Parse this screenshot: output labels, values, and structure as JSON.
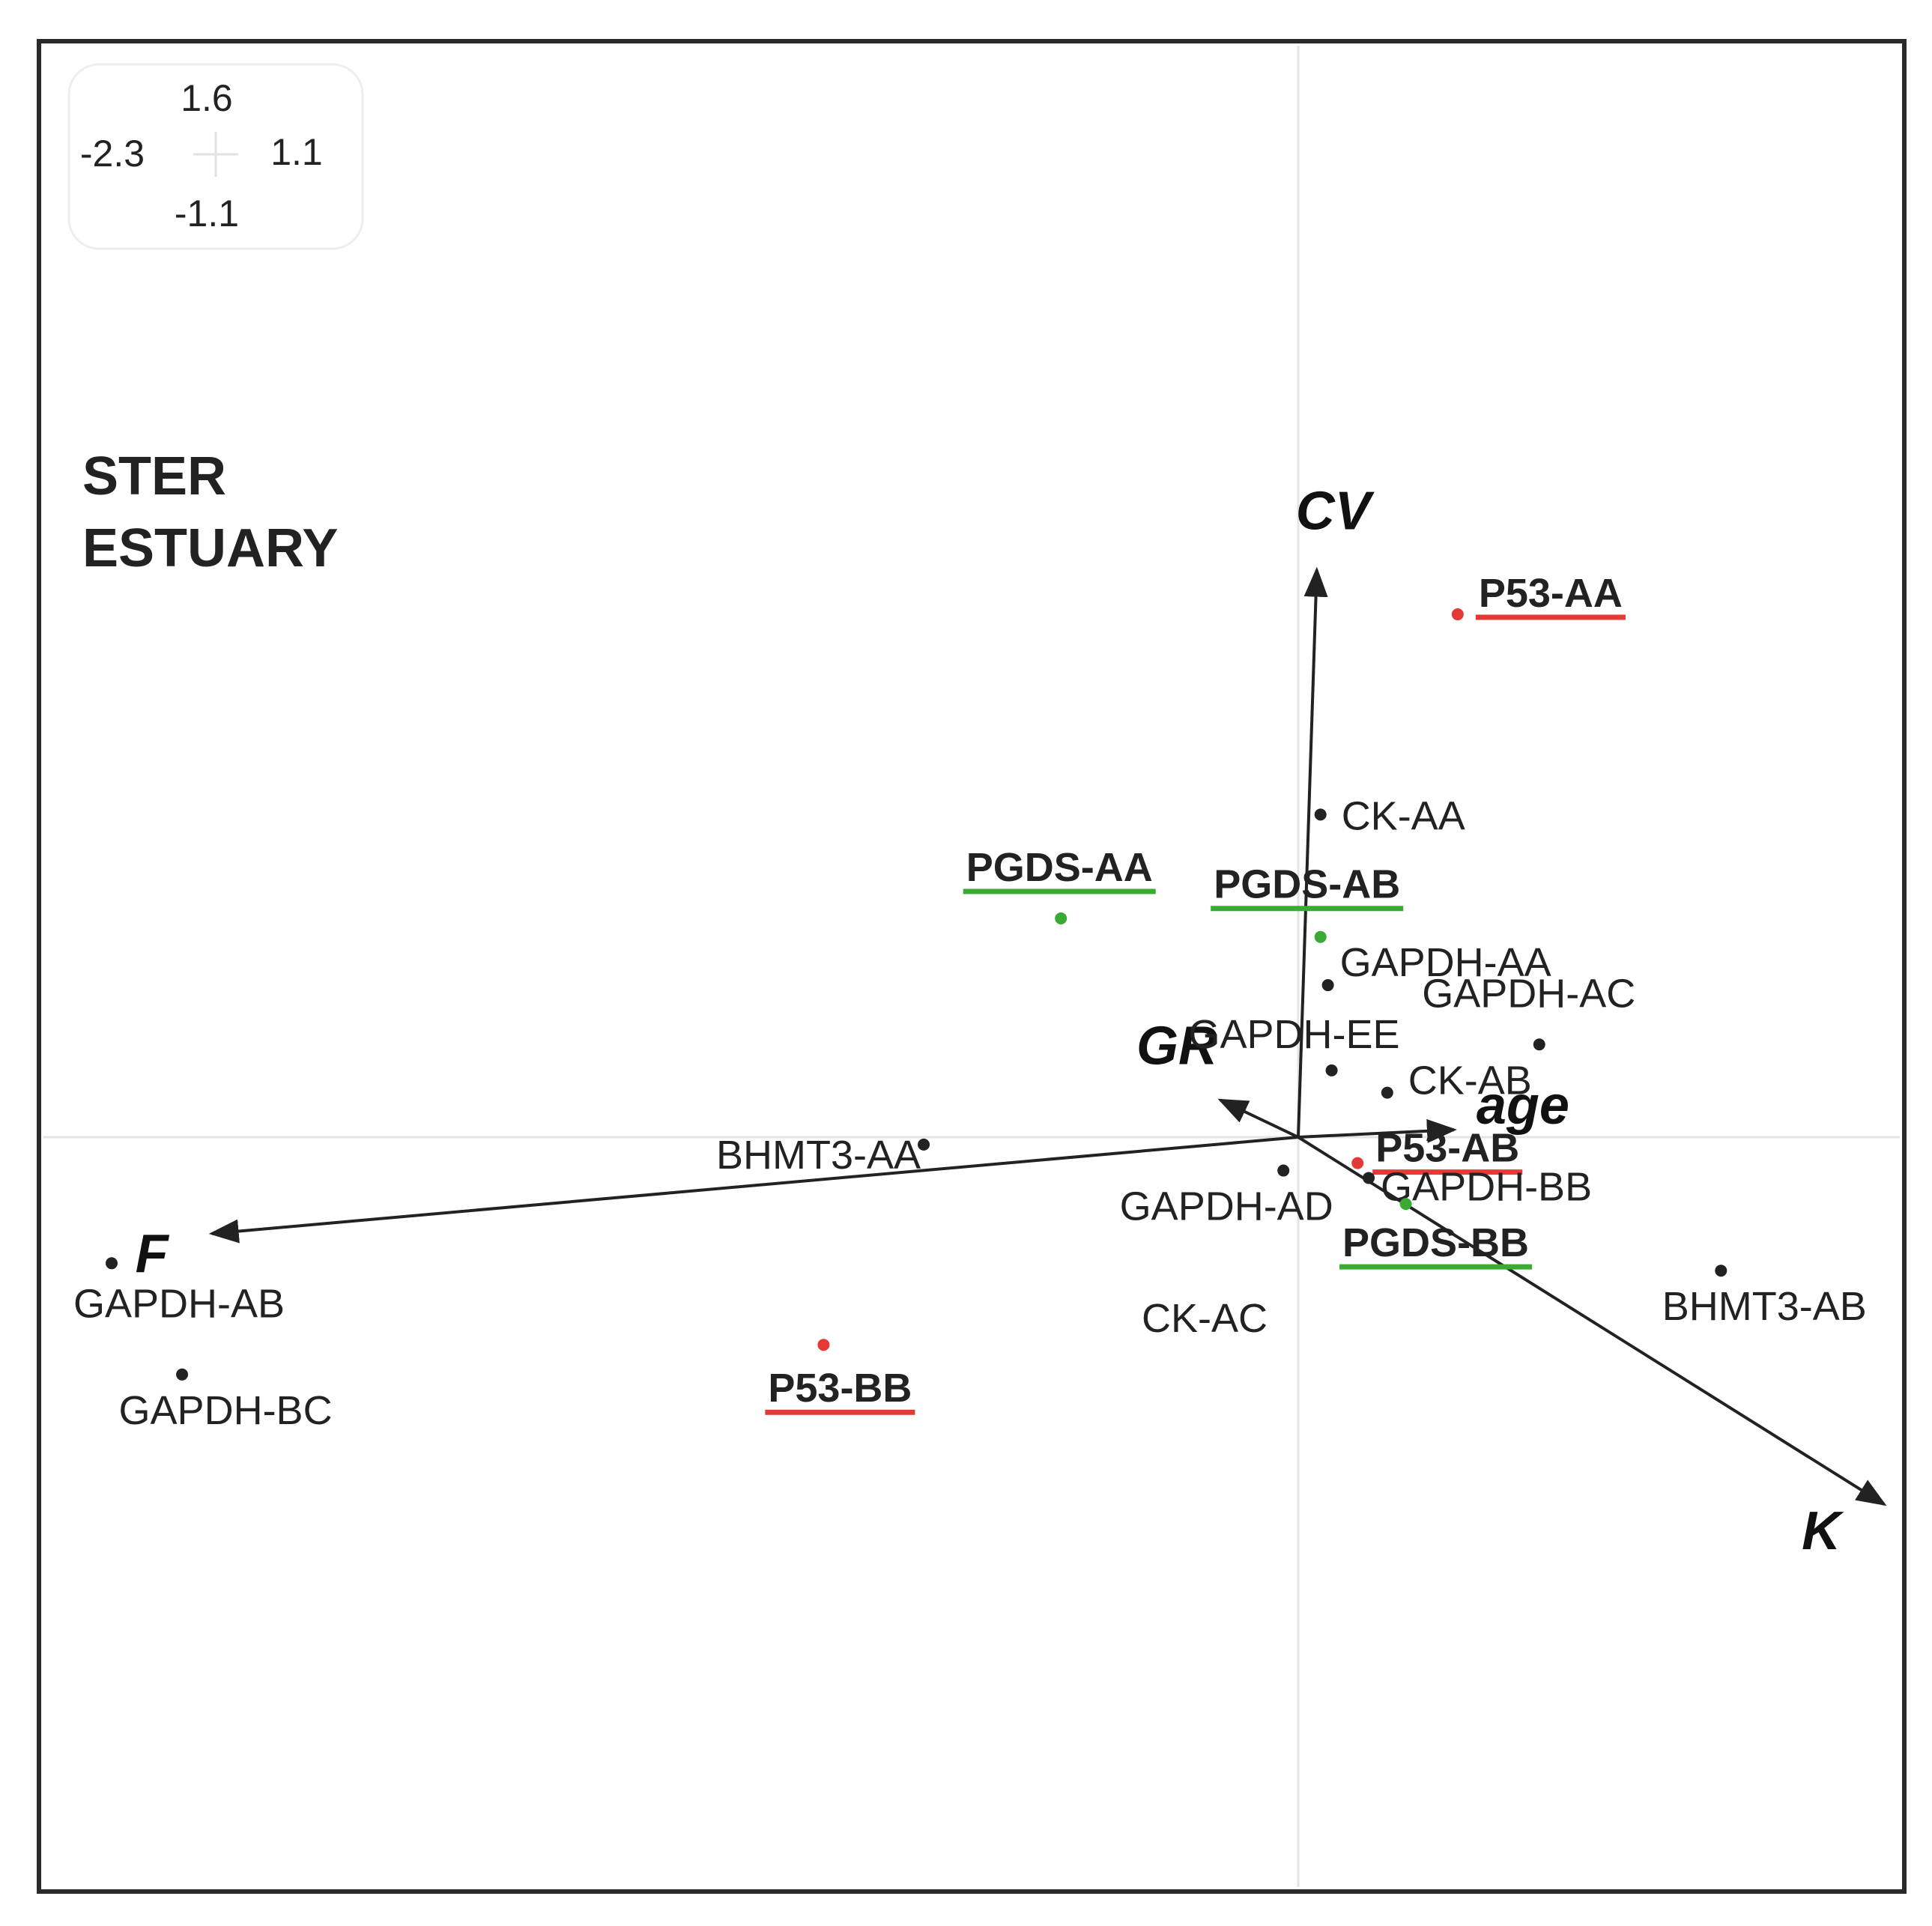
{
  "chart_data": {
    "type": "scatter",
    "title": "",
    "site_label": [
      "STER",
      "ESTUARY"
    ],
    "scale_box": {
      "top": "1.6",
      "left": "-2.3",
      "right": "1.1",
      "bottom": "-1.1"
    },
    "xlim": [
      -2.3,
      1.1
    ],
    "ylim": [
      -1.1,
      1.6
    ],
    "colors": {
      "black": "#222222",
      "red": "#e53935",
      "green": "#3aaa35"
    },
    "points": [
      {
        "name": "P53-AA",
        "x": 0.43,
        "y": 1.41,
        "color": "red",
        "underline": true
      },
      {
        "name": "CK-AA",
        "x": 0.06,
        "y": 0.87,
        "color": "black",
        "underline": false
      },
      {
        "name": "PGDS-AA",
        "x": -0.64,
        "y": 0.59,
        "color": "green",
        "underline": true
      },
      {
        "name": "PGDS-AB",
        "x": 0.06,
        "y": 0.54,
        "color": "green",
        "underline": true
      },
      {
        "name": "GAPDH-AA",
        "x": 0.08,
        "y": 0.41,
        "color": "black",
        "underline": false
      },
      {
        "name": "GAPDH-AC",
        "x": 0.65,
        "y": 0.25,
        "color": "black",
        "underline": false
      },
      {
        "name": "GAPDH-EE",
        "x": 0.09,
        "y": 0.18,
        "color": "black",
        "underline": false
      },
      {
        "name": "CK-AB",
        "x": 0.24,
        "y": 0.12,
        "color": "black",
        "underline": false
      },
      {
        "name": "BHMT3-AA",
        "x": -1.01,
        "y": -0.02,
        "color": "black",
        "underline": false
      },
      {
        "name": "P53-AB",
        "x": 0.16,
        "y": -0.07,
        "color": "red",
        "underline": true
      },
      {
        "name": "GAPDH-AD",
        "x": -0.04,
        "y": -0.09,
        "color": "black",
        "underline": false
      },
      {
        "name": "GAPDH-BB",
        "x": 0.19,
        "y": -0.11,
        "color": "black",
        "underline": false
      },
      {
        "name": "PGDS-BB",
        "x": 0.29,
        "y": -0.18,
        "color": "green",
        "underline": true
      },
      {
        "name": "CK-AC",
        "x": null,
        "y": null,
        "color": "black",
        "underline": false
      },
      {
        "name": "GAPDH-AB",
        "x": -3.2,
        "y": -0.34,
        "color": "black",
        "underline": false
      },
      {
        "name": "BHMT3-AB",
        "x": 1.14,
        "y": -0.36,
        "color": "black",
        "underline": false
      },
      {
        "name": "P53-BB",
        "x": -1.28,
        "y": -0.56,
        "color": "red",
        "underline": true
      },
      {
        "name": "GAPDH-BC",
        "x": -3.01,
        "y": -0.64,
        "color": "black",
        "underline": false
      }
    ],
    "vectors": [
      {
        "name": "CV",
        "x": 0.05,
        "y": 1.53
      },
      {
        "name": "GR",
        "x": -0.21,
        "y": 0.1
      },
      {
        "name": "age",
        "x": 0.42,
        "y": 0.02
      },
      {
        "name": "F",
        "x": -2.93,
        "y": -0.26
      },
      {
        "name": "K",
        "x": 1.58,
        "y": -0.99
      }
    ]
  }
}
